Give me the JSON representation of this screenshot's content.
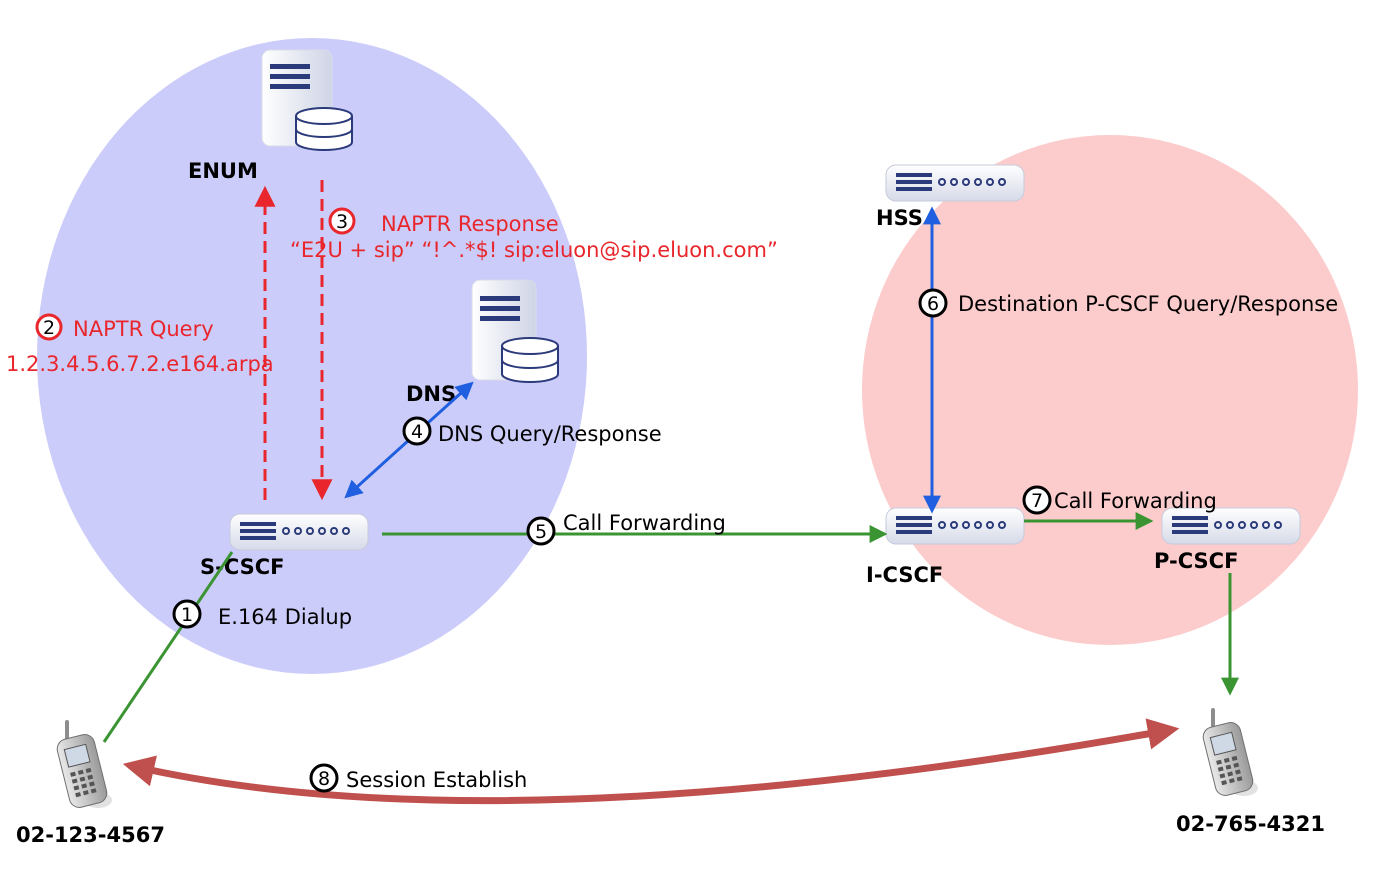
{
  "nodes": {
    "enum": "ENUM",
    "dns": "DNS",
    "hss": "HSS",
    "s_cscf": "S-CSCF",
    "i_cscf": "I-CSCF",
    "p_cscf": "P-CSCF"
  },
  "phones": {
    "caller": "02-123-4567",
    "callee": "02-765-4321"
  },
  "steps": [
    {
      "num": "1",
      "label": "E.164 Dialup"
    },
    {
      "num": "2",
      "label": "NAPTR Query",
      "detail": "1.2.3.4.5.6.7.2.e164.arpa"
    },
    {
      "num": "3",
      "label": "NAPTR Response",
      "detail": "“E2U + sip”   “!^.*$! sip:eluon@sip.eluon.com”"
    },
    {
      "num": "4",
      "label": "DNS Query/Response"
    },
    {
      "num": "5",
      "label": "Call Forwarding"
    },
    {
      "num": "6",
      "label": "Destination P-CSCF Query/Response"
    },
    {
      "num": "7",
      "label": "Call Forwarding"
    },
    {
      "num": "8",
      "label": "Session Establish"
    }
  ],
  "colors": {
    "origin_network": "#ccccfb",
    "terminating_network": "#fccccc",
    "enum_flow": "#e8262b",
    "dns_hss_flow": "#1f5fe0",
    "call_flow": "#3a9432",
    "session": "#c0504d"
  }
}
